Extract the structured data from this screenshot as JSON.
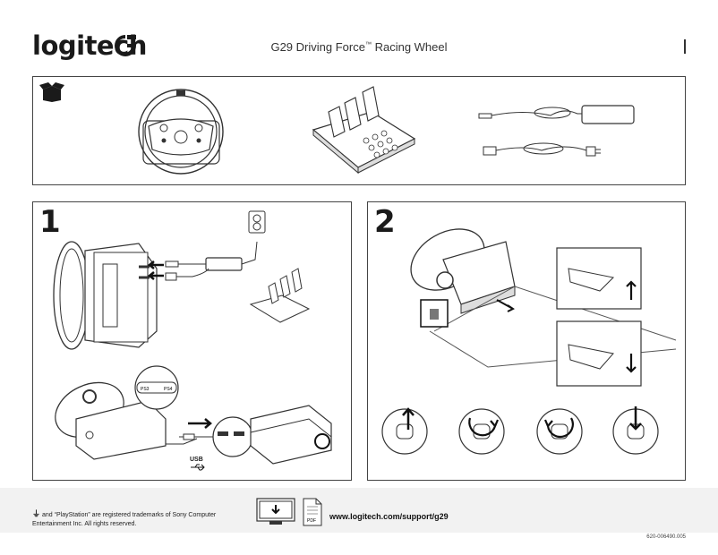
{
  "header": {
    "brand": "logitech",
    "product_title": "G29 Driving Force",
    "product_title_suffix": "Racing Wheel"
  },
  "steps": [
    {
      "number": "1"
    },
    {
      "number": "2"
    }
  ],
  "step1": {
    "ps_port_left": "PS3",
    "ps_port_right": "PS4",
    "usb_label": "USB"
  },
  "footer": {
    "legal_text": "and “PlayStation” are registered trademarks of Sony Computer Entertainment Inc. All rights reserved.",
    "url": "www.logitech.com/support/g29",
    "pdf_label": "PDF",
    "doc_code": "620-006490.005"
  },
  "icons": [
    "logitech-g-logo-icon",
    "open-box-icon",
    "playstation-logo-icon",
    "download-monitor-icon",
    "pdf-document-icon",
    "usb-symbol-icon"
  ]
}
